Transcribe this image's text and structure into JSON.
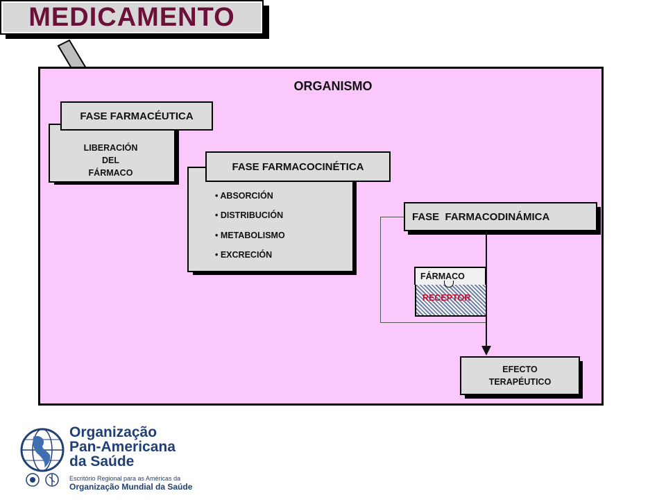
{
  "title": "MEDICAMENTO",
  "organismo_label": "ORGANISMO",
  "fase_farmaceutica": {
    "label": "FASE FARMACÉUTICA",
    "text_lines": [
      "LIBERACIÓN",
      "DEL",
      "FÁRMACO"
    ]
  },
  "fase_farmacocinetica": {
    "label": "FASE FARMACOCINÉTICA",
    "items": [
      "• ABSORCIÓN",
      "• DISTRIBUCIÓN",
      "• METABOLISMO",
      "• EXCRECIÓN"
    ]
  },
  "fase_farmacodinamica": {
    "label": "FASE  FARMACODINÁMICA",
    "farmaco": "FÁRMACO",
    "receptor": "RECEPTOR"
  },
  "efecto": {
    "lines": [
      "EFECTO",
      "TERAPÉUTICO"
    ]
  },
  "logo": {
    "name_lines": [
      "Organização",
      "Pan-Americana",
      "da Saúde"
    ],
    "sub_line": "Escritório Regional para as Américas da",
    "sub_line2": "Organização Mundial da Saúde"
  },
  "colors": {
    "title": "#6b1038",
    "organismo_bg": "#fbc8fb",
    "box_bg": "#dcdcdc",
    "receptor_text": "#c01030",
    "logo": "#1f3f75"
  }
}
